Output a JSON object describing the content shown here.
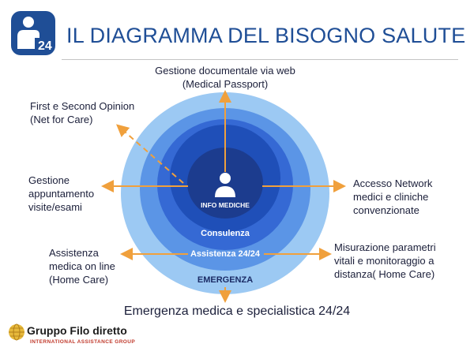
{
  "header": {
    "title": "IL DIAGRAMMA DEL BISOGNO SALUTE",
    "logo_icon": "person-24-icon",
    "logo_text": "24",
    "accent": "#1f4e96"
  },
  "center": {
    "icon": "user-icon",
    "label": "INFO MEDICHE"
  },
  "rings": {
    "inner": "Consulenza",
    "middle": "Assistenza 24/24",
    "outer": "EMERGENZA",
    "colors": [
      "#1f4fb8",
      "#3569d4",
      "#5b95e6",
      "#9cc9f3"
    ]
  },
  "labels": {
    "top_line1": "Gestione documentale  via web",
    "top_line2": "(Medical Passport)",
    "opinion_line1": "First e Second Opinion",
    "opinion_line2": "(Net for Care)",
    "appointments_line1": "Gestione",
    "appointments_line2": "appuntamento",
    "appointments_line3": "visite/esami",
    "homecare_line1": "Assistenza",
    "homecare_line2": "medica on line",
    "homecare_line3": "(Home Care)",
    "network_line1": "Accesso Network",
    "network_line2": "medici e cliniche",
    "network_line3": "convenzionate",
    "monitoring_line1": "Misurazione parametri",
    "monitoring_line2": "vitali e monitoraggio a",
    "monitoring_line3": "distanza( Home Care)",
    "bottom": "Emergenza medica e specialistica 24/24"
  },
  "arrow_color": "#f0a03c",
  "brand": {
    "name": "Gruppo Filo diretto",
    "subtitle": "INTERNATIONAL ASSISTANCE GROUP",
    "logo_icon": "globe-logo-icon"
  }
}
